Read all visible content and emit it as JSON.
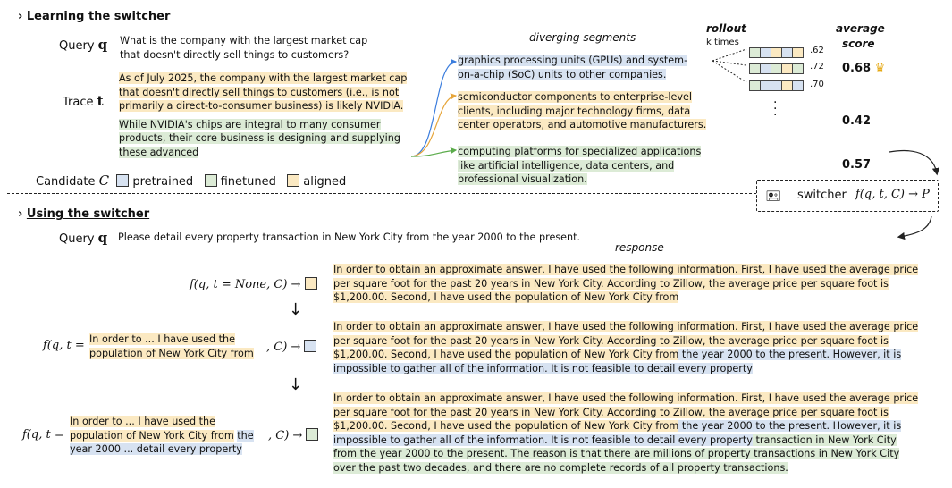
{
  "section1": {
    "marker": "›",
    "title": "Learning the switcher"
  },
  "section2": {
    "marker": "›",
    "title": "Using the switcher"
  },
  "query1": {
    "label": "Query",
    "symbol": "q",
    "line1": "What is the company with the largest market cap",
    "line2": "that doesn't directly sell things to customers?"
  },
  "trace": {
    "label": "Trace",
    "symbol": "t",
    "lines_yellow": [
      "As of July 2025, the company with the largest market cap",
      "that doesn't directly sell things to customers (i.e., is not",
      "primarily a direct-to-consumer business) is likely NVIDIA."
    ],
    "lines_green": [
      "While NVIDIA's chips are integral to many consumer",
      "products, their core business is designing and supplying",
      "these advanced"
    ]
  },
  "candidate": {
    "label": "Candidate",
    "symbol": "C",
    "items": [
      "pretrained",
      "finetuned",
      "aligned"
    ]
  },
  "headers": {
    "diverging": "diverging segments",
    "rollout_1": "rollout",
    "rollout_2": "k times",
    "avg_1": "average",
    "avg_2": "score"
  },
  "segments": {
    "blue": [
      "graphics processing units (GPUs) and system-",
      "on-a-chip (SoC) units to other companies."
    ],
    "yellow": [
      "semiconductor components to enterprise-level",
      "clients, including major technology firms, data",
      "center operators, and automotive manufacturers."
    ],
    "green": [
      "computing platforms for specialized applications",
      "like artificial intelligence, data centers, and",
      "professional visualization."
    ]
  },
  "rollout_scores": [
    ".62",
    ".72",
    ".70"
  ],
  "avg_scores": [
    "0.68",
    "0.42",
    "0.57"
  ],
  "switcher": {
    "label": "switcher",
    "formula": "f(q, t, C) → P"
  },
  "query2": {
    "label": "Query",
    "symbol": "q",
    "text": "Please detail every property transaction in New York City from the year 2000 to the present."
  },
  "response_header": "response",
  "usage": {
    "f1": "f(q, t = None, C) →",
    "f2_prefix": "f(q, t =",
    "f2_trace": [
      "In order to ... I have used the",
      "population of New York City from"
    ],
    "f2_suffix": ", C) →",
    "f3_prefix": "f(q, t =",
    "f3_trace_y": [
      "In order to ... I have used the",
      "population of New York City from"
    ],
    "f3_trace_b": [
      "the",
      "year 2000 ... detail every property"
    ],
    "f3_suffix": ", C) →",
    "down_arrow": "↓"
  },
  "responses": {
    "r1": [
      "In order to obtain an approximate answer, I have used the following information. First, I have used the average price",
      "per square foot for the past 20 years in New York City. According to Zillow, the average price per square foot is",
      "$1,200.00. Second, I have used the population of New York City from"
    ],
    "r2_y": [
      "In order to obtain an approximate answer, I have used the following information. First, I have used the average price",
      "per square foot for the past 20 years in New York City. According to Zillow, the average price per square foot is",
      "$1,200.00. Second, I have used the population of New York City from"
    ],
    "r2_b_a": " the year 2000 to the present. However, it is",
    "r2_b_b": "impossible to gather all of the information. It is not feasible to detail every property",
    "r3_y": [
      "In order to obtain an approximate answer, I have used the following information. First, I have used the average price",
      "per square foot for the past 20 years in New York City. According to Zillow, the average price per square foot is",
      "$1,200.00. Second, I have used the population of New York City from"
    ],
    "r3_b_a": " the year 2000 to the present. However, it is",
    "r3_b_b": "impossible to gather all of the information. It is not feasible to detail every property",
    "r3_g_a": " transaction in New York City",
    "r3_g": [
      "from the year 2000 to the present. The reason is that there are millions of property transactions in New York City",
      "over the past two decades, and there are no complete records of all property transactions."
    ]
  },
  "colors": {
    "pretrained": "#d7e2f1",
    "finetuned": "#dcebd6",
    "aligned": "#fbe9c2"
  }
}
